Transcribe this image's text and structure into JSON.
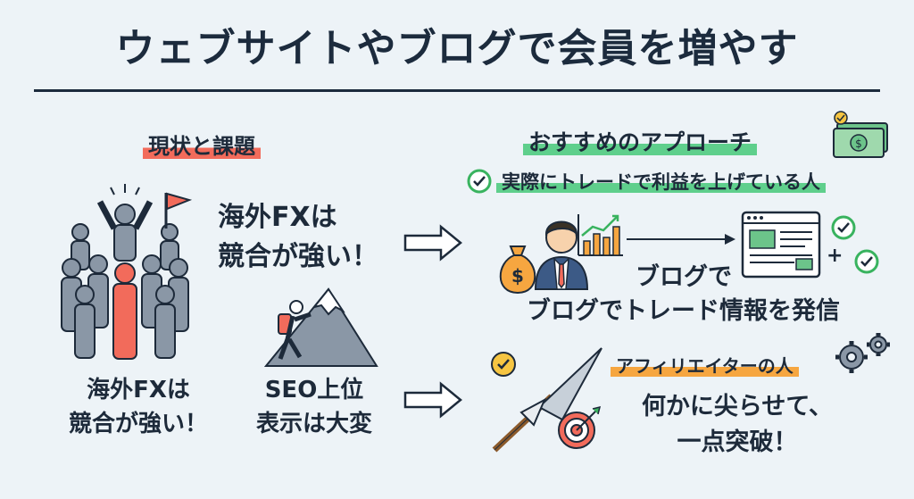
{
  "title": "ウェブサイトやブログで会員を増やす",
  "left_heading": "現状と課題",
  "right_heading": "おすすめのアプローチ",
  "fx_callout": [
    "海外FXは",
    "競合が強い！"
  ],
  "fx_caption": [
    "海外FXは",
    "競合が強い！"
  ],
  "seo_caption": [
    "SEO上位",
    "表示は大変"
  ],
  "trader_label": "実際にトレードで利益を上げている人",
  "blog_short": "ブログで",
  "blog_long": "ブログでトレード情報を発信",
  "affiliate_label": "アフィリエイターの人",
  "affiliate_text": [
    "何かに尖らせて、",
    "一点突破！"
  ],
  "icons": [
    "crowd-icon",
    "flag-icon",
    "mountain-climber-icon",
    "arrow-right-icon",
    "money-bag-icon",
    "businessman-icon",
    "bar-chart-icon",
    "webpage-icon",
    "check-icon",
    "dollar-bill-icon",
    "dart-arrow-icon",
    "target-icon",
    "gear-icon"
  ],
  "colors": {
    "accent_red": "#f26b5b",
    "accent_green": "#5fcf8c",
    "accent_orange": "#f6a640",
    "navy": "#1c2b3d",
    "check_green": "#39b35f"
  }
}
